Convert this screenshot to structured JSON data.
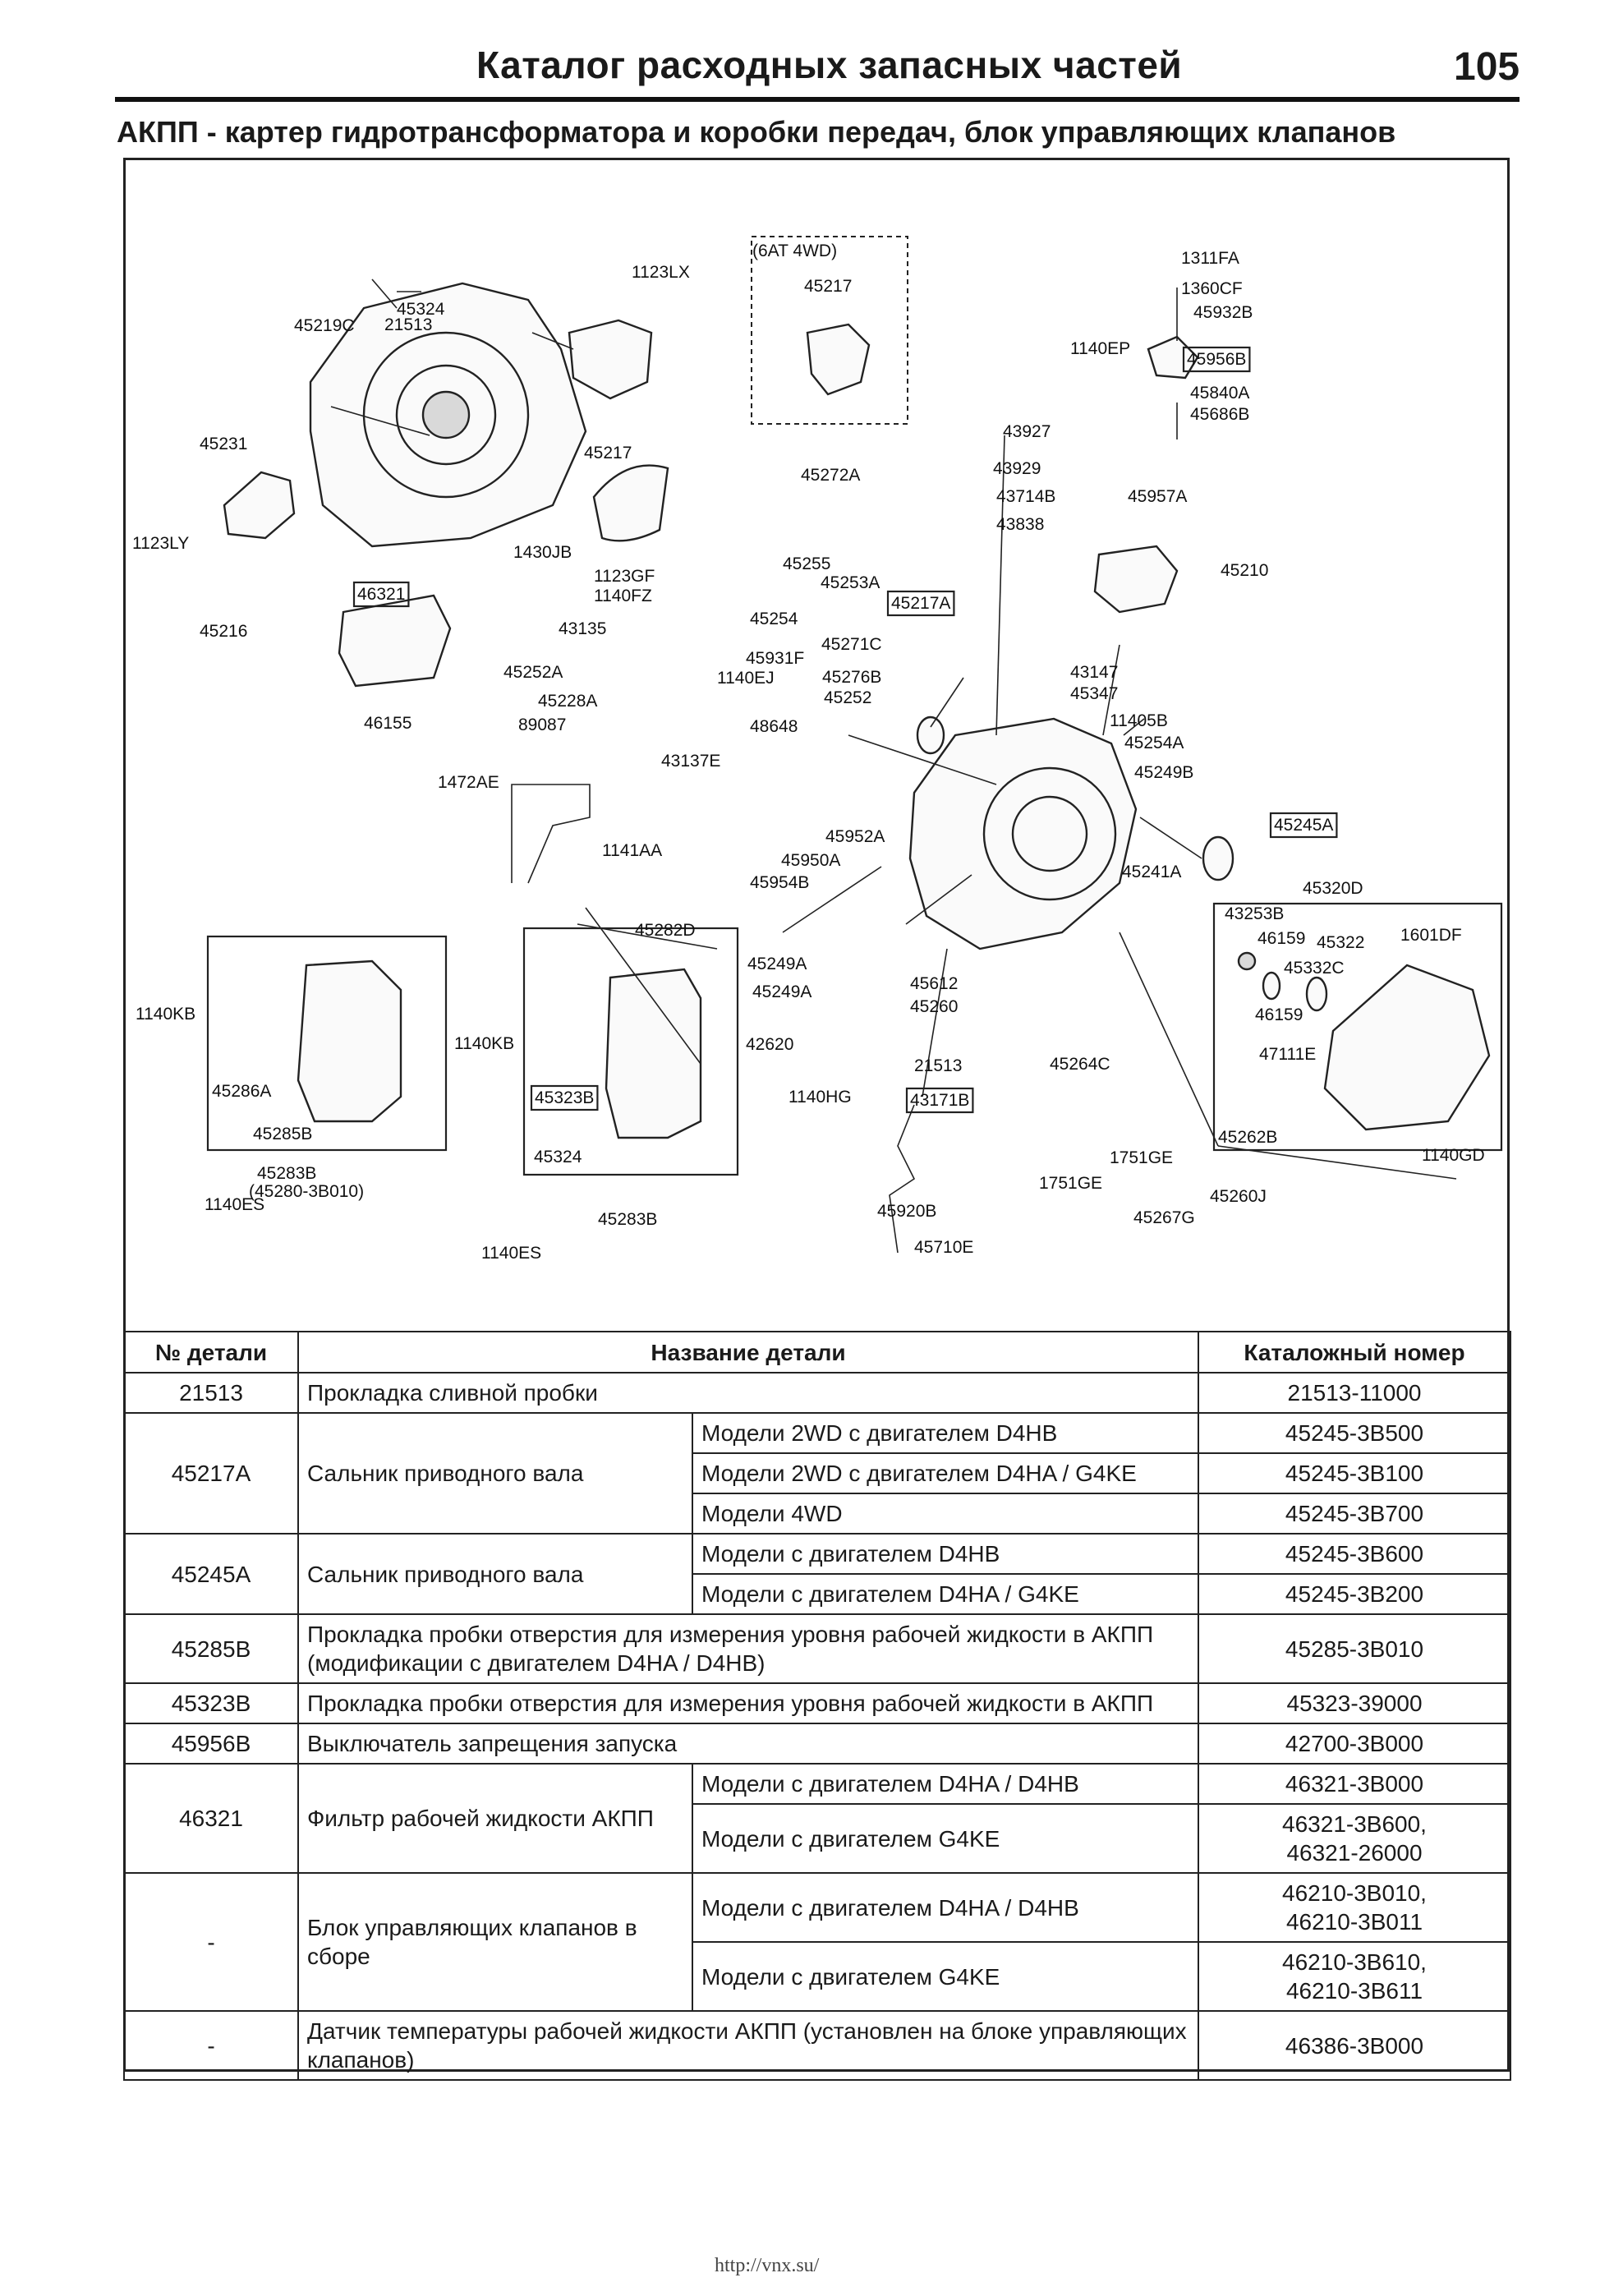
{
  "header": {
    "title": "Каталог расходных запасных частей",
    "page_number": "105"
  },
  "subtitle": "АКПП - картер гидротрансформатора и коробки передач, блок управляющих клапанов",
  "diagram": {
    "labels": [
      "45324",
      "45219C",
      "21513",
      "1123LX",
      "(6AT 4WD)",
      "45217",
      "45217",
      "45231",
      "1123LY",
      "45216",
      "46321",
      "46155",
      "1430JB",
      "43135",
      "1123GF",
      "1140FZ",
      "45272A",
      "1311FA",
      "1360CF",
      "45932B",
      "1140EP",
      "45956B",
      "45840A",
      "45686B",
      "43927",
      "43929",
      "43714B",
      "43838",
      "45957A",
      "45210",
      "45255",
      "45253A",
      "45254",
      "45217A",
      "45271C",
      "45931F",
      "1140EJ",
      "45276B",
      "45252",
      "48648",
      "43147",
      "45347",
      "11405B",
      "45254A",
      "45249B",
      "45245A",
      "45252A",
      "45228A",
      "89087",
      "1472AE",
      "43137E",
      "1141AA",
      "45952A",
      "45950A",
      "45954B",
      "45241A",
      "45320D",
      "43253B",
      "46159",
      "45322",
      "1601DF",
      "45332C",
      "46159",
      "47111E",
      "45262B",
      "1140GD",
      "45260J",
      "45282D",
      "1140KB",
      "1140KB",
      "45286A",
      "45285B",
      "45283B",
      "(45280-3B010)",
      "1140ES",
      "45323B",
      "45324",
      "45283B",
      "1140ES",
      "45249A",
      "45249A",
      "42620",
      "1140HG",
      "45612",
      "45260",
      "21513",
      "43171B",
      "45264C",
      "1751GE",
      "1751GE",
      "45267G",
      "45920B",
      "45710E"
    ]
  },
  "table": {
    "headers": [
      "№ детали",
      "Название детали",
      "Каталожный номер"
    ],
    "rows": [
      {
        "num": "21513",
        "name": "Прокладка сливной пробки",
        "variants": [
          {
            "model": "",
            "catalog": "21513-11000"
          }
        ]
      },
      {
        "num": "45217A",
        "name": "Сальник приводного вала",
        "variants": [
          {
            "model": "Модели 2WD с двигателем D4HB",
            "catalog": "45245-3B500"
          },
          {
            "model": "Модели 2WD с двигателем D4HA / G4KE",
            "catalog": "45245-3B100"
          },
          {
            "model": "Модели 4WD",
            "catalog": "45245-3B700"
          }
        ]
      },
      {
        "num": "45245A",
        "name": "Сальник приводного вала",
        "variants": [
          {
            "model": "Модели с двигателем D4HB",
            "catalog": "45245-3B600"
          },
          {
            "model": "Модели с двигателем D4HA / G4KE",
            "catalog": "45245-3B200"
          }
        ]
      },
      {
        "num": "45285B",
        "name": "Прокладка пробки отверстия для измерения уровня рабочей жидкости в АКПП (модификации с двигателем D4HA / D4HB)",
        "variants": [
          {
            "model": "",
            "catalog": "45285-3B010"
          }
        ]
      },
      {
        "num": "45323B",
        "name": "Прокладка пробки отверстия для измерения уровня рабочей жидкости в АКПП",
        "variants": [
          {
            "model": "",
            "catalog": "45323-39000"
          }
        ]
      },
      {
        "num": "45956B",
        "name": "Выключатель запрещения запуска",
        "variants": [
          {
            "model": "",
            "catalog": "42700-3B000"
          }
        ]
      },
      {
        "num": "46321",
        "name": "Фильтр рабочей жидкости АКПП",
        "variants": [
          {
            "model": "Модели с двигателем D4HA / D4HB",
            "catalog": "46321-3B000"
          },
          {
            "model": "Модели с двигателем G4KE",
            "catalog": "46321-3B600,\n46321-26000"
          }
        ]
      },
      {
        "num": "-",
        "name": "Блок управляющих клапанов в сборе",
        "variants": [
          {
            "model": "Модели с двигателем D4HA / D4HB",
            "catalog": "46210-3B010,\n46210-3B011"
          },
          {
            "model": "Модели с двигателем G4KE",
            "catalog": "46210-3B610,\n46210-3B611"
          }
        ]
      },
      {
        "num": "-",
        "name": "Датчик температуры рабочей жидкости АКПП (установлен на блоке управляющих клапанов)",
        "variants": [
          {
            "model": "",
            "catalog": "46386-3B000"
          }
        ]
      }
    ]
  },
  "footer": {
    "url": "http://vnx.su/"
  }
}
